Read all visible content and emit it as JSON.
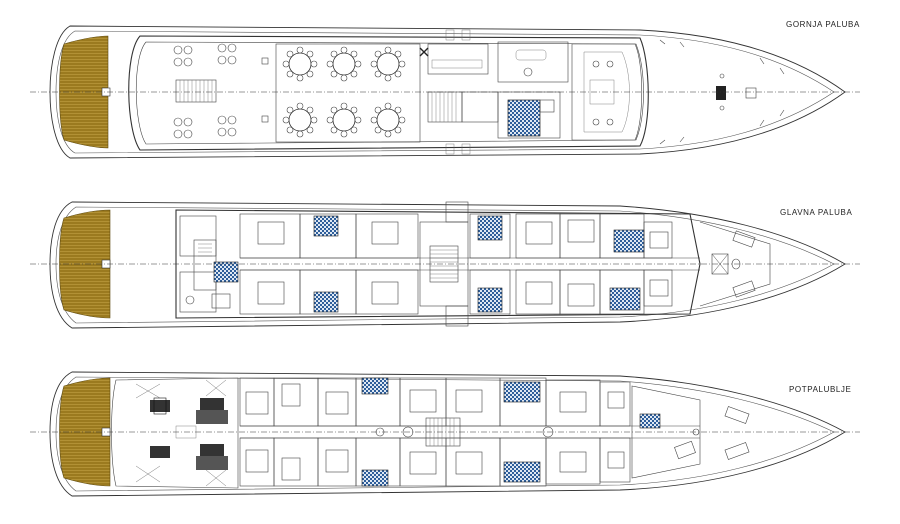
{
  "decks": [
    {
      "id": "upper",
      "label": "GORNJA PALUBA"
    },
    {
      "id": "main",
      "label": "GLAVNA PALUBA"
    },
    {
      "id": "lower",
      "label": "POTPALUBLJE"
    }
  ]
}
